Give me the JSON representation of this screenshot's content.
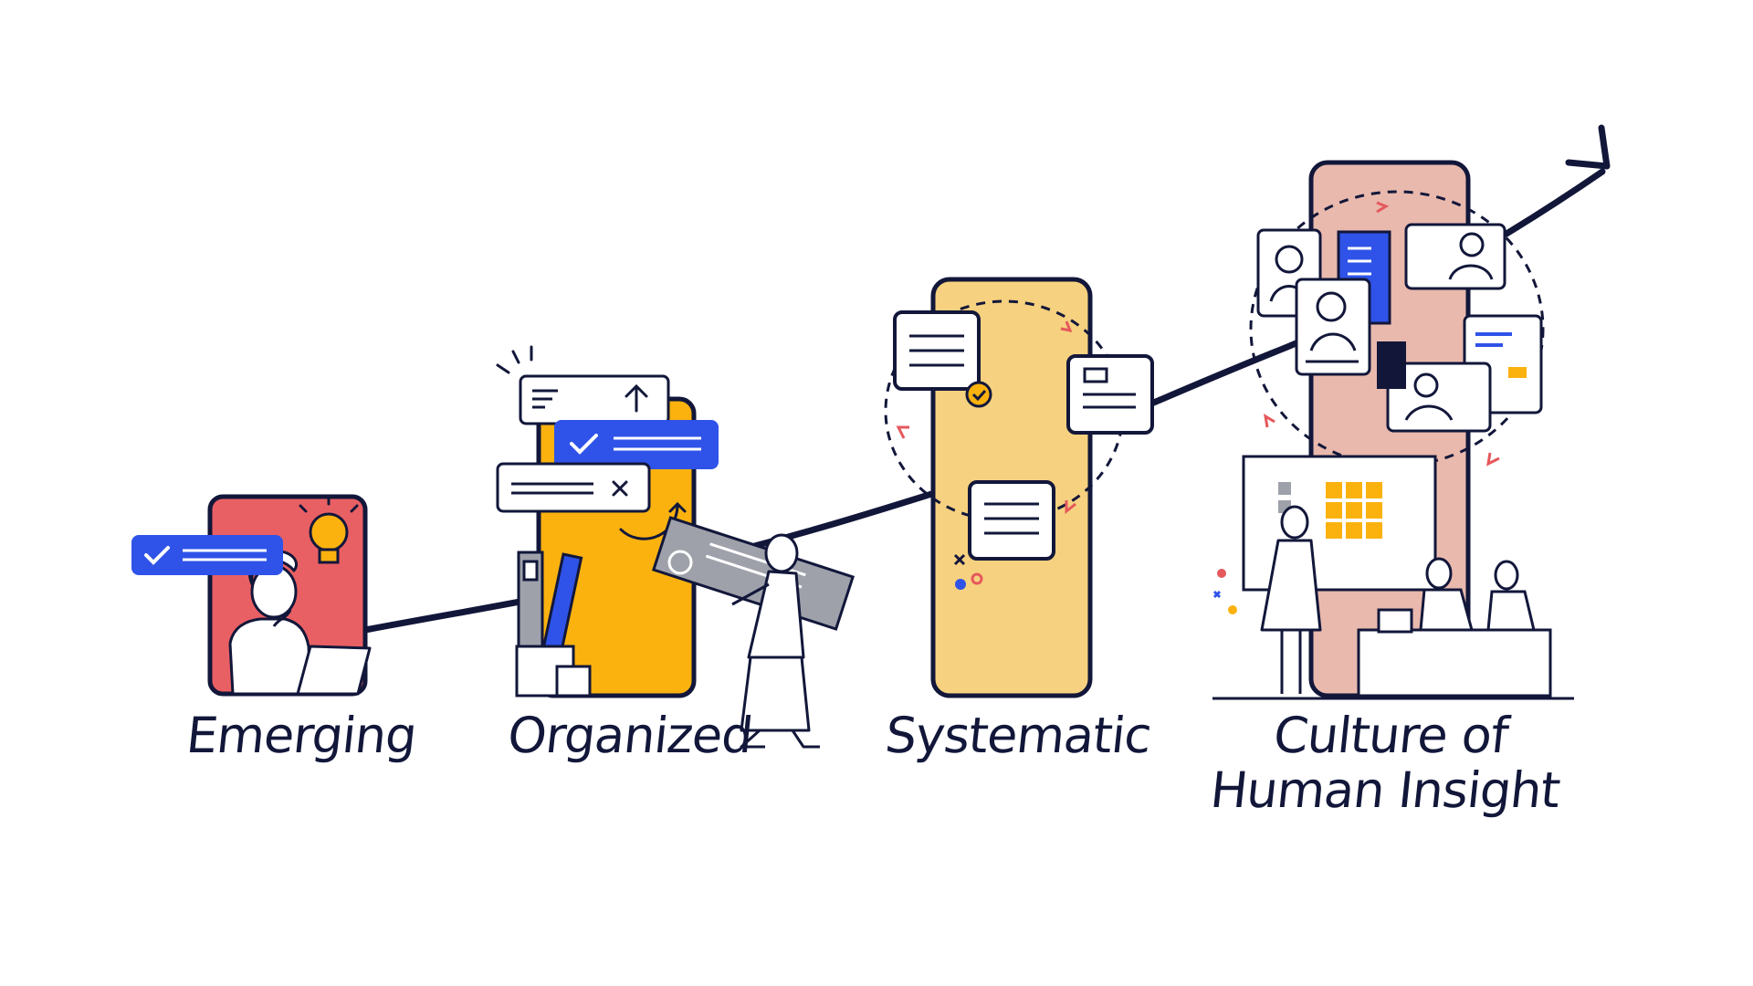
{
  "stages": [
    {
      "label": "Emerging"
    },
    {
      "label": "Organized"
    },
    {
      "label": "Systematic"
    },
    {
      "label": "Culture of Human Insight"
    }
  ],
  "colors": {
    "ink": "#12173a",
    "emerging": "#e96064",
    "organized": "#fbb20f",
    "systematic": "#f6d17f",
    "culture": "#e9b9ad",
    "accent_blue": "#2f53e8",
    "accent_gray": "#9ea1aa",
    "accent_red": "#e5585c"
  }
}
